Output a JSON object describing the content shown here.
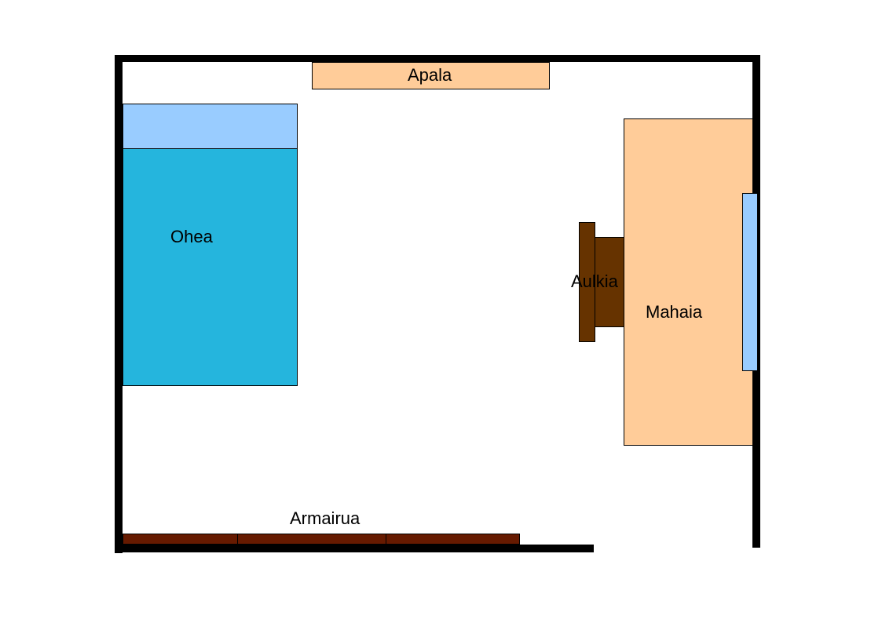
{
  "labels": {
    "shelf": "Apala",
    "bed": "Ohea",
    "chair": "Aulkia",
    "table": "Mahaia",
    "wardrobe": "Armairua"
  },
  "colors": {
    "wall": "#000000",
    "shelf": "#ffcc99",
    "pillow": "#99ccff",
    "bed": "#25b5dd",
    "chair": "#663300",
    "table": "#ffcc99",
    "window": "#99ccff",
    "wardrobe": "#661a00"
  }
}
